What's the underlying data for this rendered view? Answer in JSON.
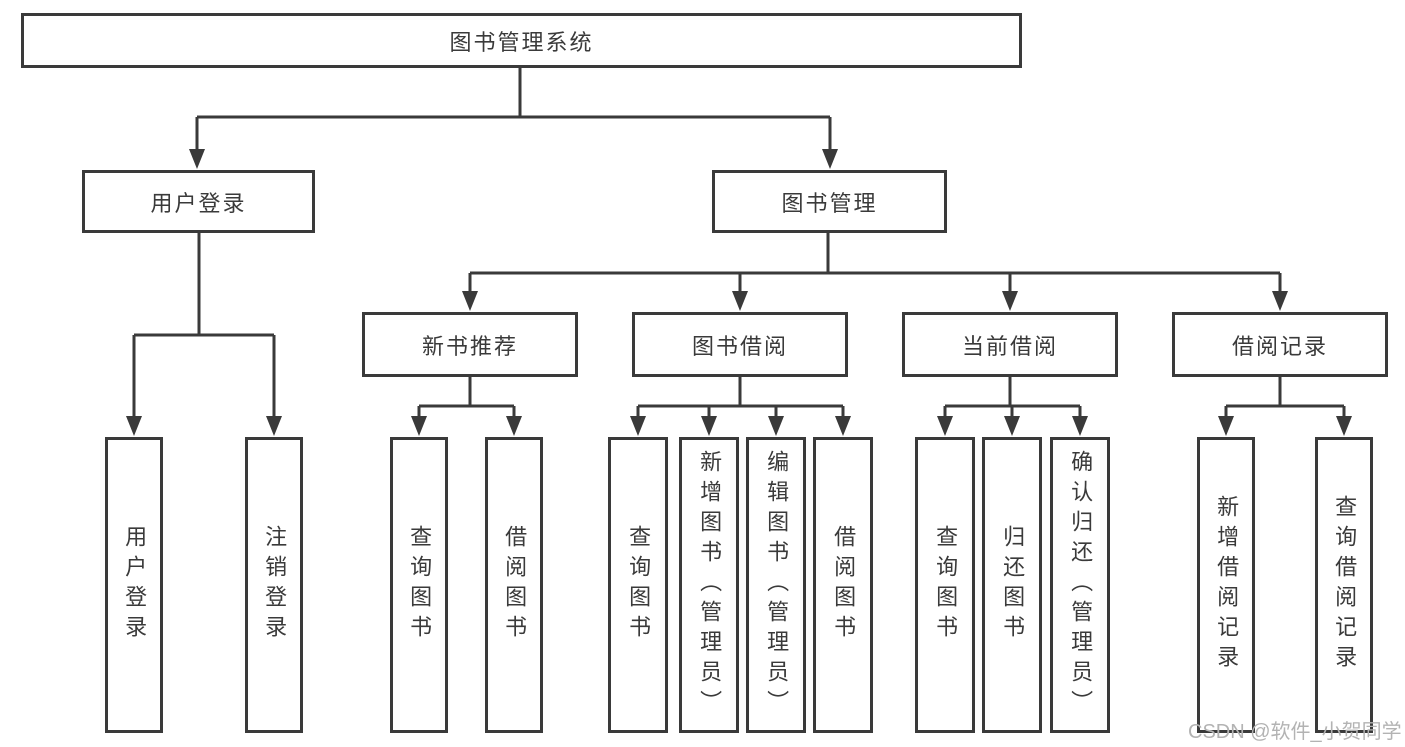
{
  "diagram": {
    "root": {
      "label": "图书管理系统"
    },
    "branches": [
      {
        "label": "用户登录",
        "children": [
          {
            "label": "用户登录"
          },
          {
            "label": "注销登录"
          }
        ]
      },
      {
        "label": "图书管理",
        "children": [
          {
            "label": "新书推荐",
            "children": [
              {
                "label": "查询图书"
              },
              {
                "label": "借阅图书"
              }
            ]
          },
          {
            "label": "图书借阅",
            "children": [
              {
                "label": "查询图书"
              },
              {
                "label": "新增图书（管理员）"
              },
              {
                "label": "编辑图书（管理员）"
              },
              {
                "label": "借阅图书"
              }
            ]
          },
          {
            "label": "当前借阅",
            "children": [
              {
                "label": "查询图书"
              },
              {
                "label": "归还图书"
              },
              {
                "label": "确认归还（管理员）"
              }
            ]
          },
          {
            "label": "借阅记录",
            "children": [
              {
                "label": "新增借阅记录"
              },
              {
                "label": "查询借阅记录"
              }
            ]
          }
        ]
      }
    ]
  },
  "watermark": {
    "label": "CSDN @软件_小贺同学"
  },
  "colors": {
    "line": "#3a3a3a",
    "text": "#3a3a3a",
    "watermark": "#b3b3b3",
    "background": "#ffffff"
  }
}
